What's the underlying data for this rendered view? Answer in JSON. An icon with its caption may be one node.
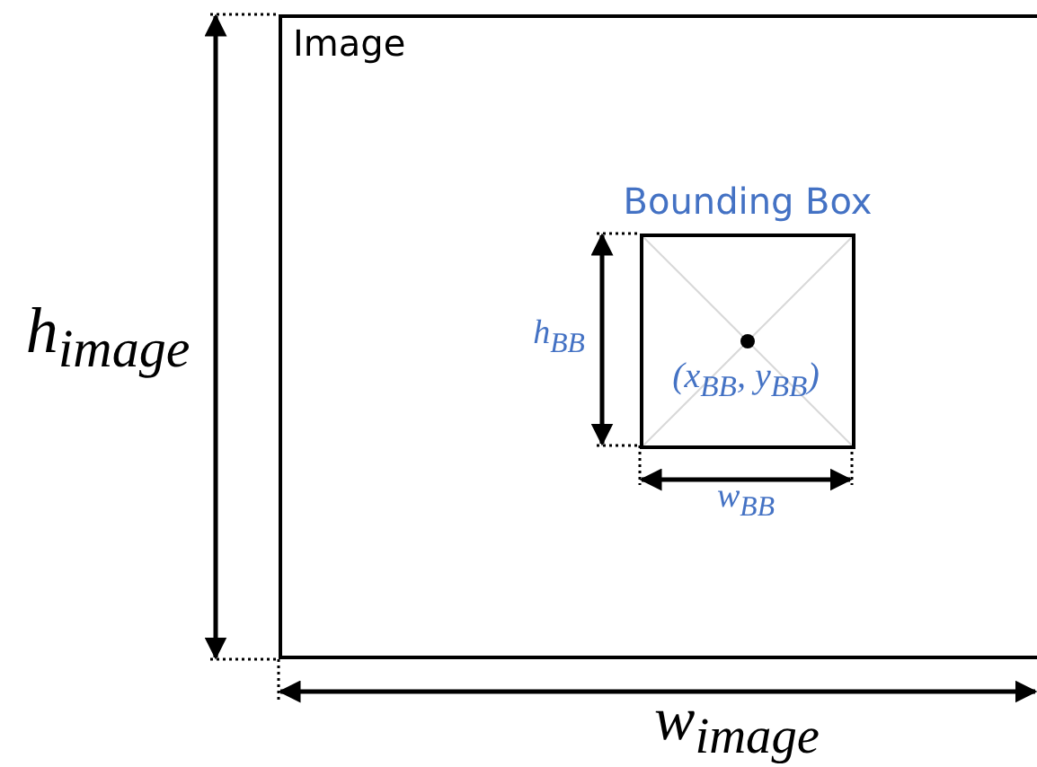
{
  "diagram": {
    "nodes": [
      {
        "text": [
          "Image"
        ]
      },
      {
        "text": [
          "Bounding Box"
        ],
        "in": 0
      }
    ],
    "labels": [
      "h$_{image}$",
      "h$_{BB}$",
      "(x$_{BB}$, y$_{BB}$)",
      "w$_{BB}$",
      "w$_{image}$"
    ]
  }
}
